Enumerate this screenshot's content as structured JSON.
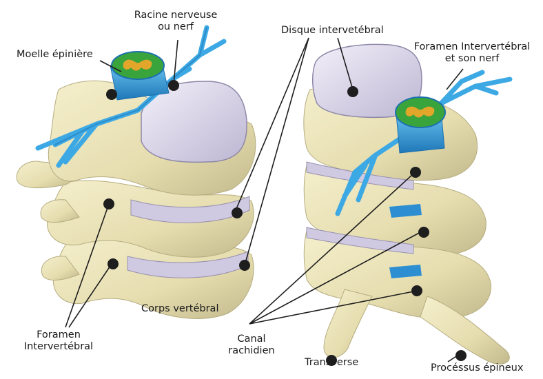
{
  "labels": {
    "racine_line1": "Racine nerveuse",
    "racine_line2": "ou nerf",
    "moelle": "Moelle épinière",
    "disque": "Disque intervetébral",
    "foramen_right_line1": "Foramen Intervertébral",
    "foramen_right_line2": "et son nerf",
    "corps": "Corps vertébral",
    "foramen_left_line1": "Foramen",
    "foramen_left_line2": "Intervertébral",
    "canal_line1": "Canal",
    "canal_line2": "rachidien",
    "transverse": "Transverse",
    "processus": "Procéssus épineux"
  },
  "colors": {
    "bone": "#e9e2b4",
    "bone_shadow": "#b9b084",
    "disc": "#ddd8ec",
    "disc_edge": "#9e98b4",
    "nerve": "#3da9e4",
    "nerve_dark": "#1c6fae",
    "cord_gray": "#e2a62a",
    "cord_white": "#3aa43c",
    "marker": "#1e1e1e"
  }
}
